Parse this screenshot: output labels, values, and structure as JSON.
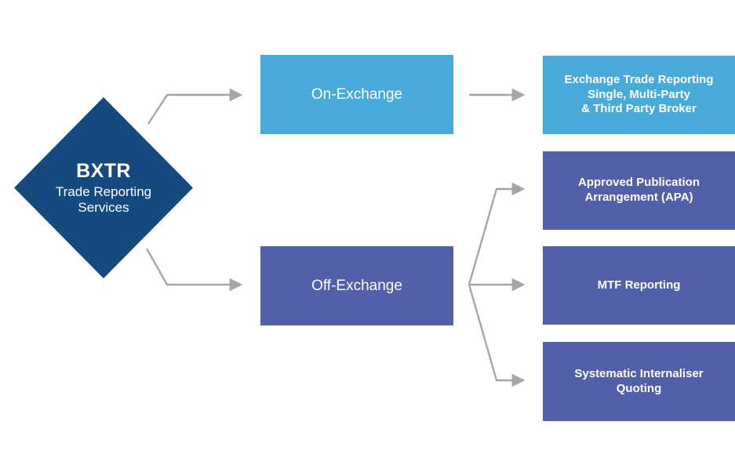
{
  "diagram": {
    "type": "flow-tree",
    "colors": {
      "root": "#164a7f",
      "on_exchange": "#48aada",
      "off_exchange": "#5160a8",
      "connector": "#a6a6a6",
      "text": "#ffffff",
      "background": "#ffffff"
    },
    "root": {
      "title": "BXTR",
      "subtitle_line1": "Trade Reporting",
      "subtitle_line2": "Services"
    },
    "branches": [
      {
        "id": "on-exchange",
        "label": "On-Exchange",
        "color": "#48aada",
        "children": [
          {
            "id": "exchange-trade-reporting",
            "label": "Exchange Trade Reporting\nSingle, Multi-Party\n& Third Party Broker",
            "color": "#48aada"
          }
        ]
      },
      {
        "id": "off-exchange",
        "label": "Off-Exchange",
        "color": "#5160a8",
        "children": [
          {
            "id": "apa",
            "label": "Approved Publication\nArrangement (APA)",
            "color": "#5160a8"
          },
          {
            "id": "mtf",
            "label": "MTF Reporting",
            "color": "#5160a8"
          },
          {
            "id": "si",
            "label": "Systematic Internaliser\nQuoting",
            "color": "#5160a8"
          }
        ]
      }
    ]
  }
}
